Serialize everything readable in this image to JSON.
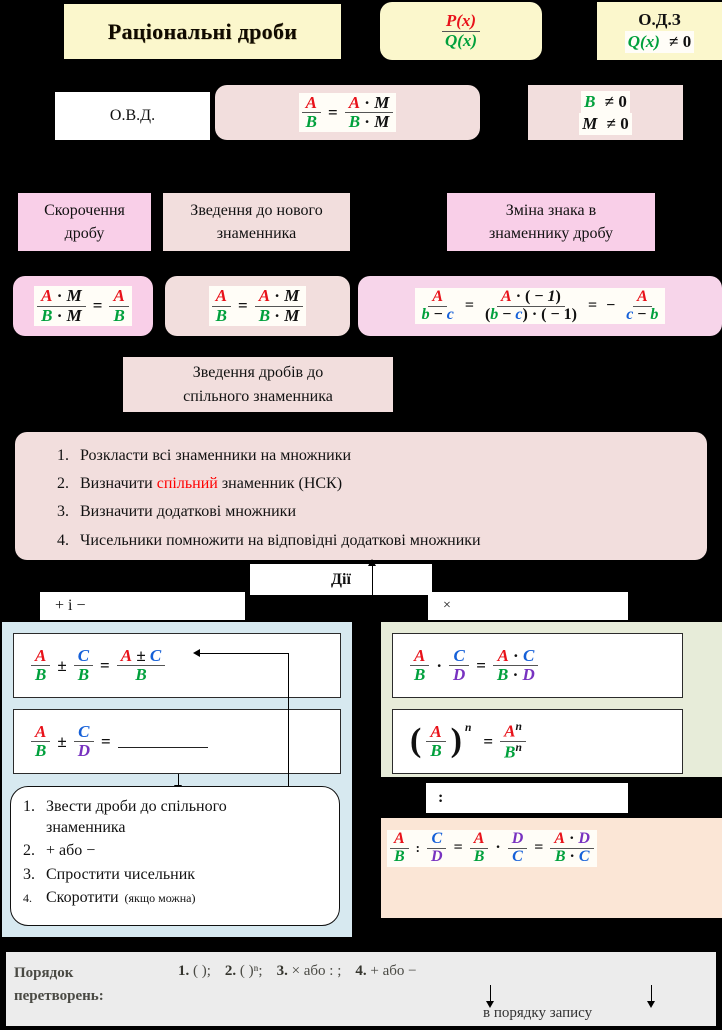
{
  "header": {
    "title": "Раціональні дроби",
    "fraction_pq": {
      "numerator": "P(x)",
      "denominator": "Q(x)"
    },
    "odz_label": "О.Д.З",
    "odz_condition": "Q(x) ≠ 0"
  },
  "row2": {
    "ovd_label": "О.В.Д.",
    "main_property": "A/B = A·M / B·M",
    "conditions": [
      "B ≠ 0",
      "M ≠ 0"
    ]
  },
  "operations_row": {
    "reduce_title": "Скорочення дробу",
    "reduce_title_line1": "Скорочення",
    "reduce_title_line2": "дробу",
    "newdenom_title_line1": "Зведення до нового",
    "newdenom_title_line2": "знаменника",
    "signchange_title_line1": "Зміна знака в",
    "signchange_title_line2": "знаменнику  дробу",
    "reduce_formula": "A·M / B·M = A / B",
    "newdenom_formula": "A / B = A·M / B·M",
    "signchange_formula": "A/(b−c) = A·(−1) / ((b−c)·(−1)) = − A/(c−b)"
  },
  "common_denominator": {
    "title_line1": "Зведення дробів до",
    "title_line2": "спільного знаменника",
    "steps": [
      {
        "n": "1.",
        "text": "Розкласти  всі знаменники  на множники"
      },
      {
        "n": "2.",
        "pre": "Визначити ",
        "highlight": "спільний",
        "post": " знаменник  (НСК)"
      },
      {
        "n": "3.",
        "text": "Визначити додаткові множники"
      },
      {
        "n": "4.",
        "text": "Чисельники помножити на відповідні додаткові множники"
      }
    ],
    "highlight_color": "#ff0000"
  },
  "actions": {
    "label": "Дії",
    "add_sub_label": "+ і −",
    "mult_label": "×",
    "div_label": ":"
  },
  "left_panel": {
    "formula_same_denom": "A/B ± C/B = (A ± C)/B",
    "formula_diff_denom": "A/B ± C/D = ———",
    "steps": [
      {
        "n": "1.",
        "line1": "Звести дроби до спільного",
        "line2": "знаменника"
      },
      {
        "n": "2.",
        "line1": "+ або −"
      },
      {
        "n": "3.",
        "line1": "Спростити  чисельник"
      },
      {
        "n": "4.",
        "line1": "Скоротити",
        "note": "(якщо можна)"
      }
    ]
  },
  "right_panel": {
    "formula_mult": "A/B · C/D = A·C / B·D",
    "formula_power": "(A/B)^n = A^n / B^n",
    "formula_div": "A/B : C/D = A/B · D/C = A·D / B·C"
  },
  "footer": {
    "label_line1": "Порядок",
    "label_line2": "перетворень:",
    "seq": [
      {
        "num": "1.",
        "body": "(      );"
      },
      {
        "num": "2.",
        "body": "(      )ⁿ;"
      },
      {
        "num": "3.",
        "body": "×  або  : ;"
      },
      {
        "num": "4.",
        "body": "+   або −"
      }
    ],
    "note": "в порядку  запису"
  },
  "colors": {
    "red": "#e8121a",
    "green": "#00a03c",
    "blue": "#1560d8",
    "purple": "#7832c0",
    "cream": "#fbf7cc",
    "pink": "#f9cfe8",
    "pink_pale": "#f2dedd",
    "blue_panel": "#d7e9f0",
    "green_panel": "#e7ecd9",
    "peach": "#fbe6d6"
  }
}
